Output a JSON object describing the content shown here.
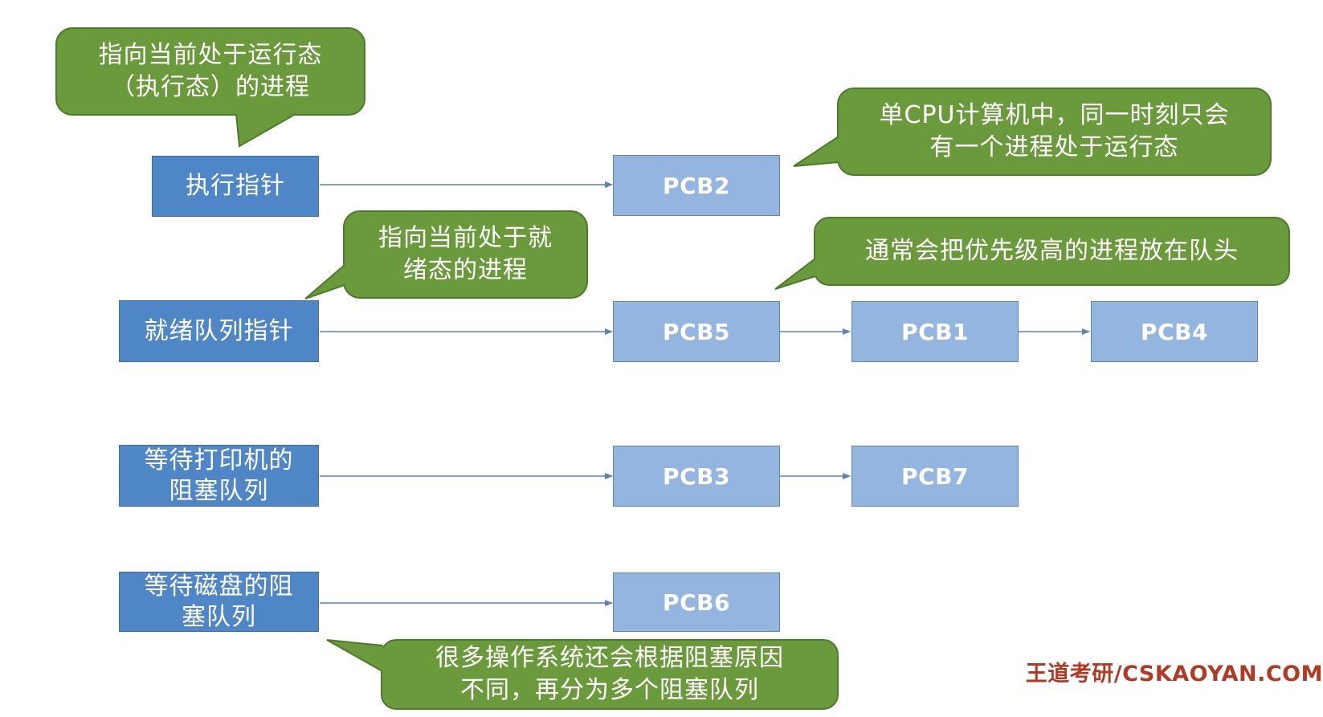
{
  "pointers": {
    "exec": "执行指针",
    "ready": "就绪队列指针",
    "printer_block": "等待打印机的\n阻塞队列",
    "disk_block": "等待磁盘的阻\n塞队列"
  },
  "pcbs": {
    "pcb2": "PCB2",
    "pcb5": "PCB5",
    "pcb1": "PCB1",
    "pcb4": "PCB4",
    "pcb3": "PCB3",
    "pcb7": "PCB7",
    "pcb6": "PCB6"
  },
  "callouts": {
    "running": "指向当前处于运行态\n（执行态）的进程",
    "single_cpu": "单CPU计算机中，同一时刻只会\n有一个进程处于运行态",
    "ready": "指向当前处于就\n绪态的进程",
    "priority": "通常会把优先级高的进程放在队头",
    "blocking": "很多操作系统还会根据阻塞原因\n不同，再分为多个阻塞队列"
  },
  "watermark": "王道考研/CSKAOYAN.COM",
  "colors": {
    "pointer_box": "#4e86c6",
    "pcb_box": "#93b5e0",
    "callout_fill": "#6b9a3c",
    "callout_border": "#4d7a2b",
    "arrow": "#5b82b0",
    "watermark": "#b03a24"
  }
}
